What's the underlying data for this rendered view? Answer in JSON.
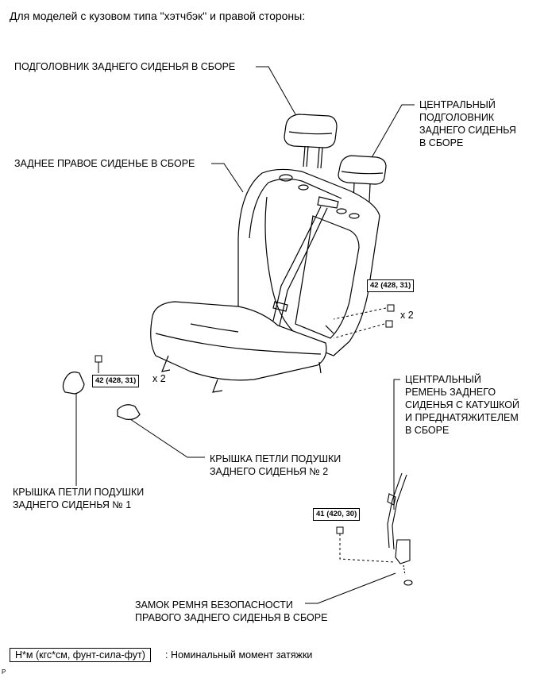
{
  "heading": "Для моделей с кузовом типа \"хэтчбэк\" и правой стороны:",
  "parts": {
    "rear_headrest": "ПОДГОЛОВНИК ЗАДНЕГО СИДЕНЬЯ В СБОРЕ",
    "center_headrest": [
      "ЦЕНТРАЛЬНЫЙ",
      "ПОДГОЛОВНИК",
      "ЗАДНЕГО СИДЕНЬЯ",
      "В СБОРЕ"
    ],
    "rear_right_seat": "ЗАДНЕЕ ПРАВОЕ СИДЕНЬЕ В СБОРЕ",
    "center_belt": [
      "ЦЕНТРАЛЬНЫЙ",
      "РЕМЕНЬ ЗАДНЕГО",
      "СИДЕНЬЯ С КАТУШКОЙ",
      "И ПРЕДНАТЯЖИТЕЛЕМ",
      "В СБОРЕ"
    ],
    "hinge_cover_2": [
      "КРЫШКА ПЕТЛИ ПОДУШКИ",
      "ЗАДНЕГО СИДЕНЬЯ № 2"
    ],
    "hinge_cover_1": [
      "КРЫШКА ПЕТЛИ ПОДУШКИ",
      "ЗАДНЕГО СИДЕНЬЯ № 1"
    ],
    "buckle": [
      "ЗАМОК РЕМНЯ БЕЗОПАСНОСТИ",
      "ПРАВОГО ЗАДНЕГО СИДЕНЬЯ В СБОРЕ"
    ]
  },
  "torques": {
    "right_bolts": "42 (428, 31)",
    "right_mult": "x 2",
    "left_bolts": "42 (428, 31)",
    "left_mult": "x 2",
    "buckle_bolt": "41 (420, 30)"
  },
  "legend": {
    "units": "Н*м (кгс*см, фунт-сила-фут)",
    "description": ": Номинальный момент затяжки"
  },
  "corner_mark": "P"
}
